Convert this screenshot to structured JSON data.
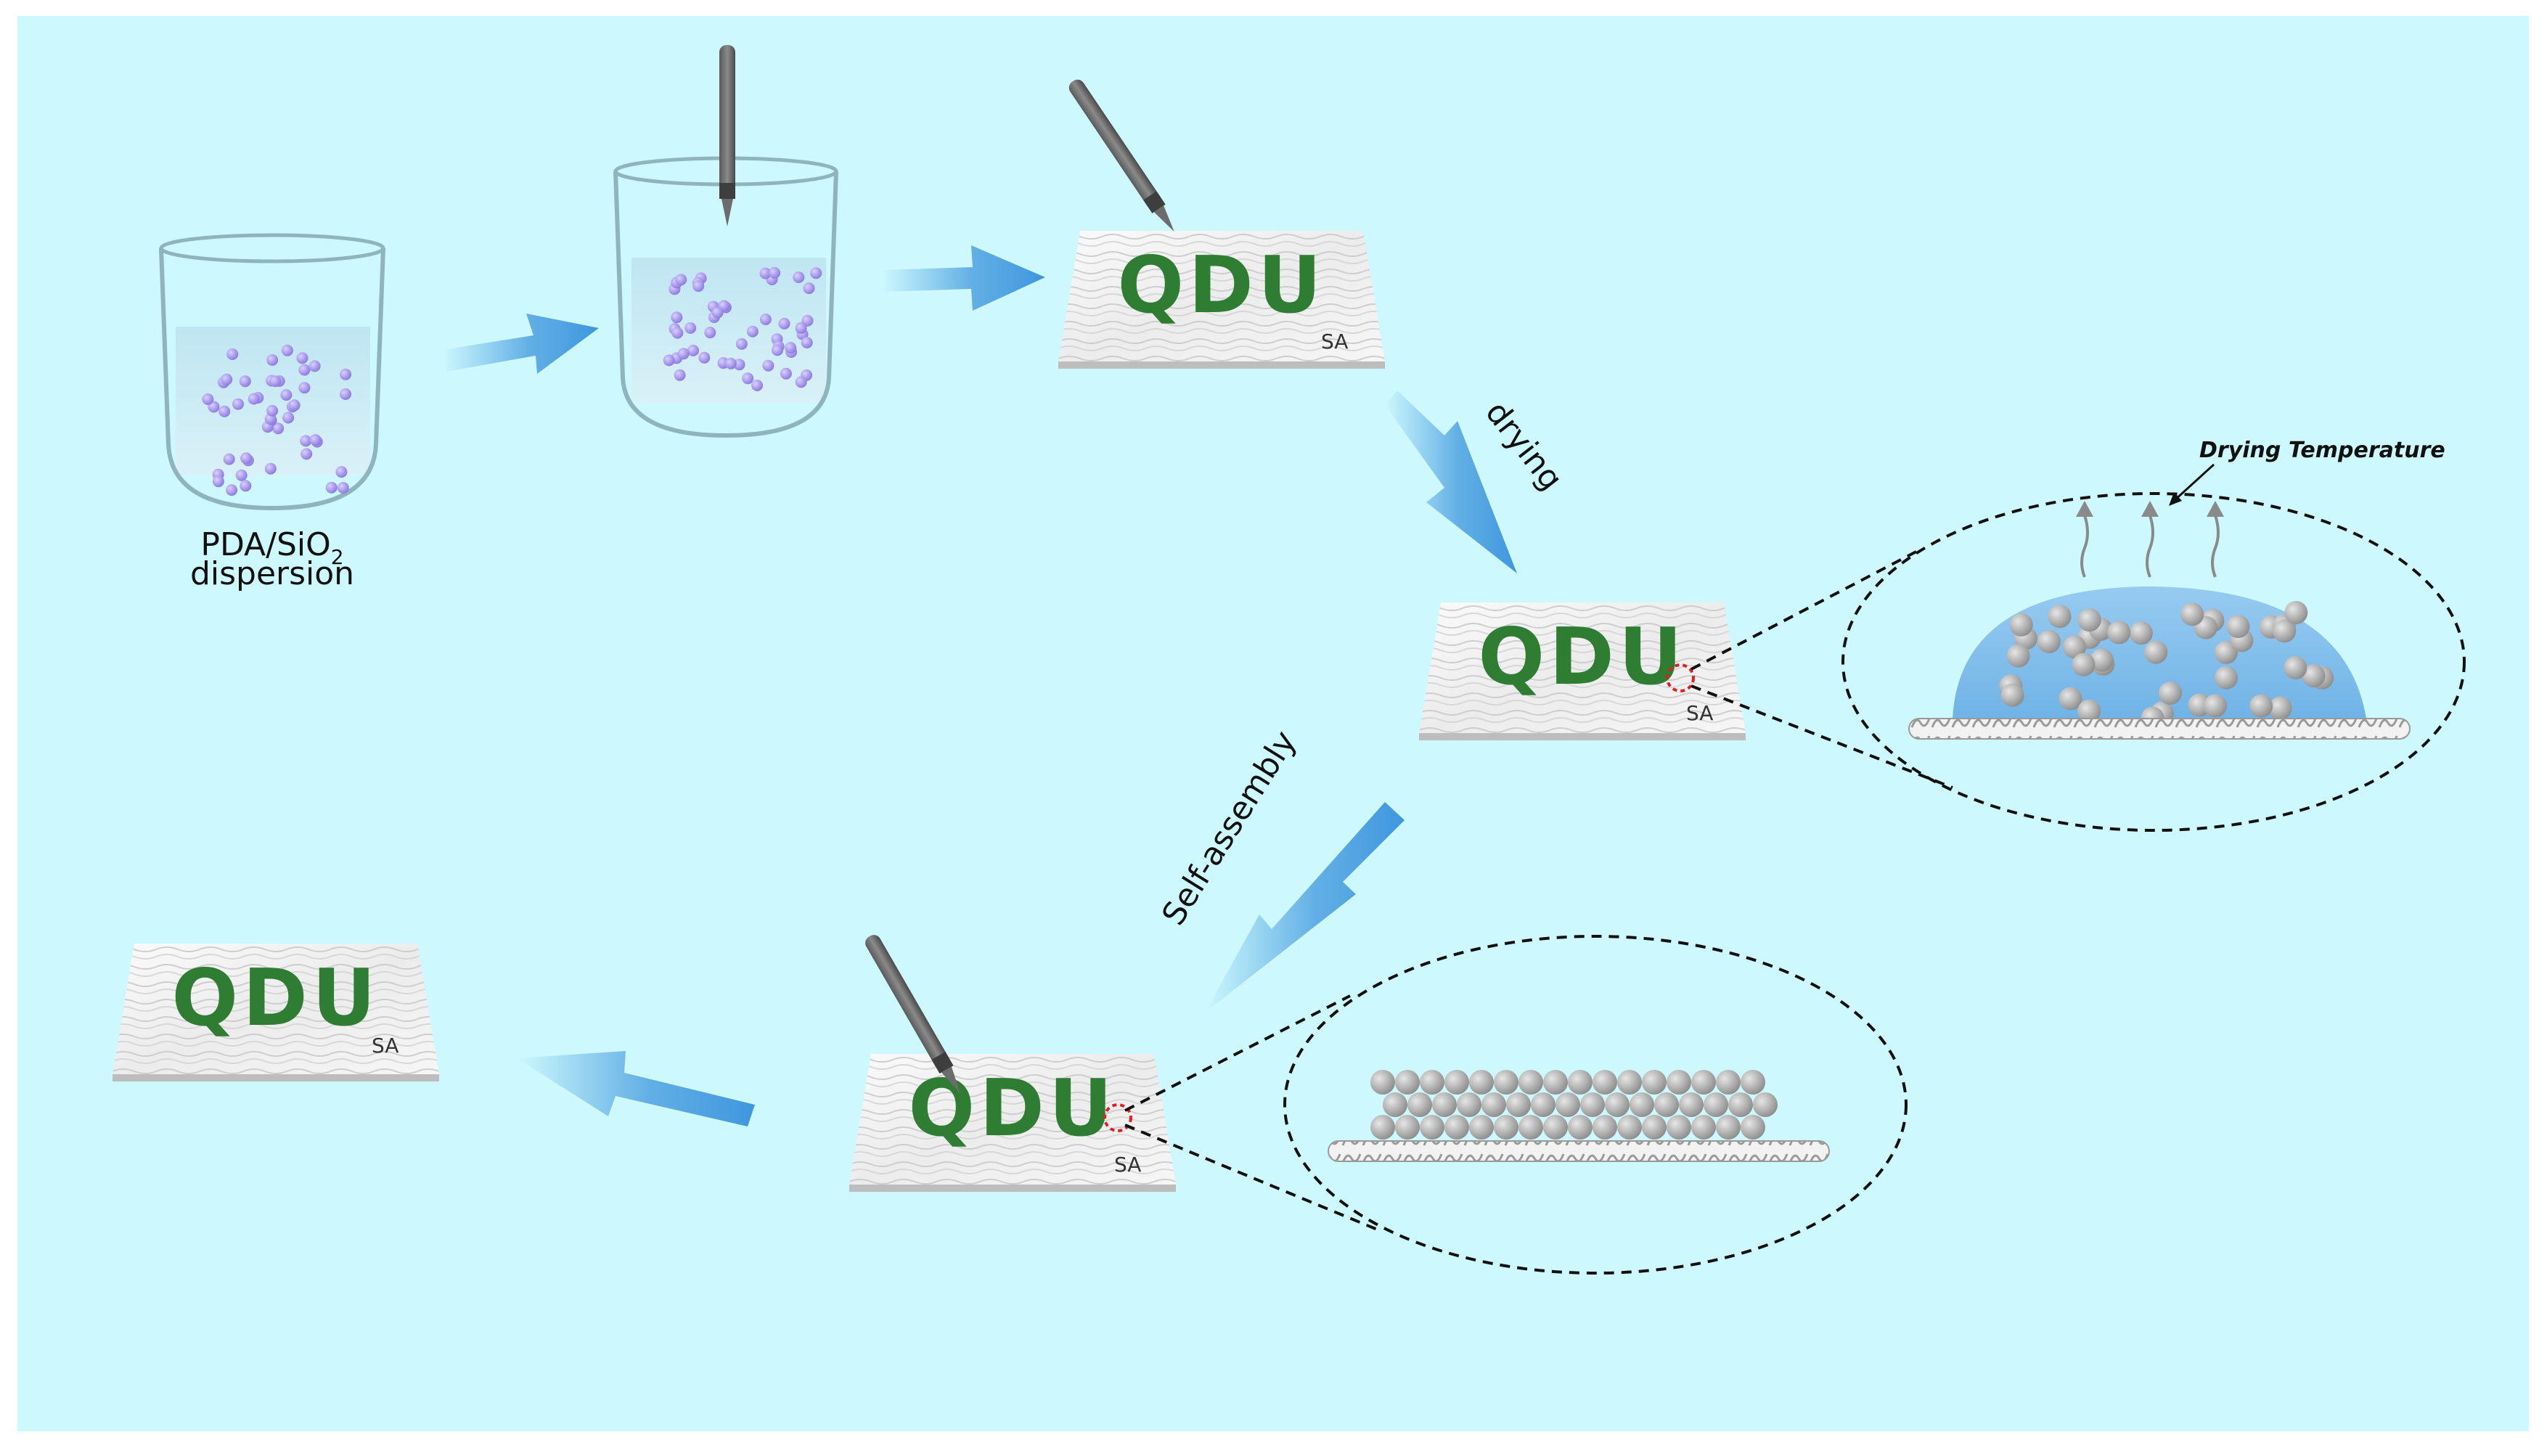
{
  "colors": {
    "background": "#cdf8fd",
    "arrow": "#3f97de",
    "letters": "#2e7d32",
    "particles": "#9b8be6",
    "droplet": "#7fb8e8"
  },
  "beaker": {
    "label_main": "PDA/SiO",
    "label_sub": "2",
    "label_line2": "dispersion"
  },
  "substrate": {
    "logo": "QDU",
    "tag": "SA"
  },
  "steps": {
    "drying": "drying",
    "self_assembly": "Self-assembly"
  },
  "inset": {
    "drying_temperature": "Drying Temperature"
  }
}
